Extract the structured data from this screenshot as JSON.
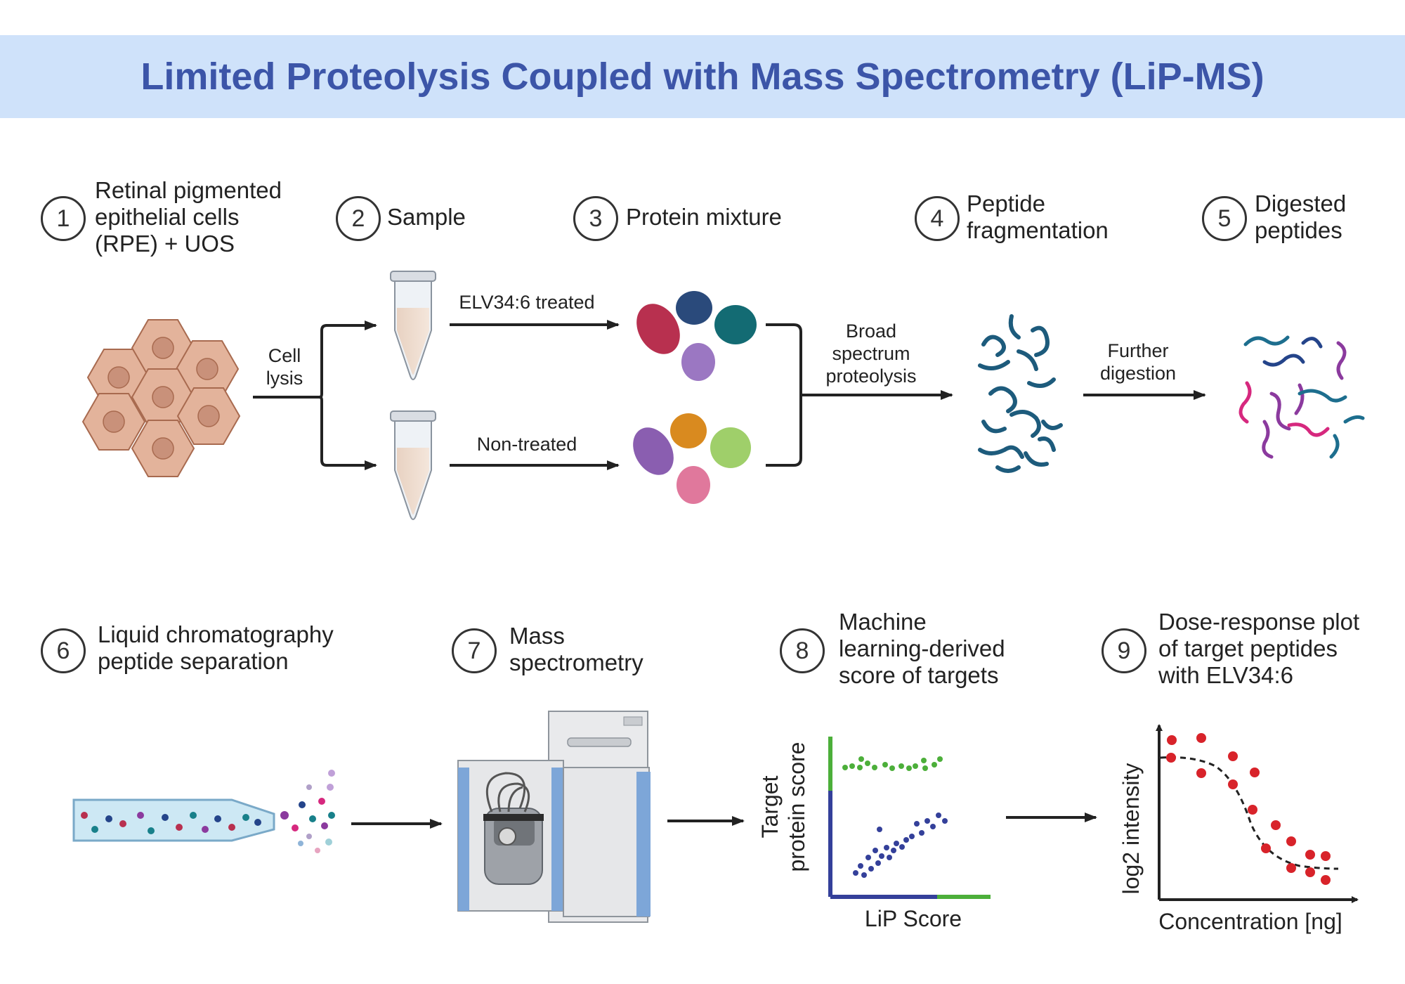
{
  "title": "Limited Proteolysis Coupled with Mass Spectrometry (LiP-MS)",
  "steps": [
    {
      "num": "1",
      "label": "Retinal pigmented\nepithelial cells\n(RPE) + UOS"
    },
    {
      "num": "2",
      "label": "Sample"
    },
    {
      "num": "3",
      "label": "Protein mixture"
    },
    {
      "num": "4",
      "label": "Peptide\nfragmentation"
    },
    {
      "num": "5",
      "label": "Digested\npeptides"
    },
    {
      "num": "6",
      "label": "Liquid chromatography\npeptide separation"
    },
    {
      "num": "7",
      "label": "Mass\nspectrometry"
    },
    {
      "num": "8",
      "label": "Machine\nlearning-derived\nscore of targets"
    },
    {
      "num": "9",
      "label": "Dose-response plot\nof target peptides\nwith ELV34:6"
    }
  ],
  "arrows": {
    "cell_lysis": "Cell\nlysis",
    "treated": "ELV34:6 treated",
    "non_treated": "Non-treated",
    "proteolysis": "Broad\nspectrum\nproteolysis",
    "further": "Further\ndigestion"
  },
  "plots": {
    "ml": {
      "ylabel": "Target\nprotein score",
      "xlabel": "LiP Score"
    },
    "dose": {
      "ylabel": "log2 intensity",
      "xlabel": "Concentration [ng]"
    }
  },
  "colors": {
    "banner": "#cfe2fa",
    "title": "#3c55a8",
    "cells": "#e3b39b",
    "ml_green": "#4caf3a",
    "ml_blue": "#34409a",
    "dose_red": "#d8232a"
  }
}
